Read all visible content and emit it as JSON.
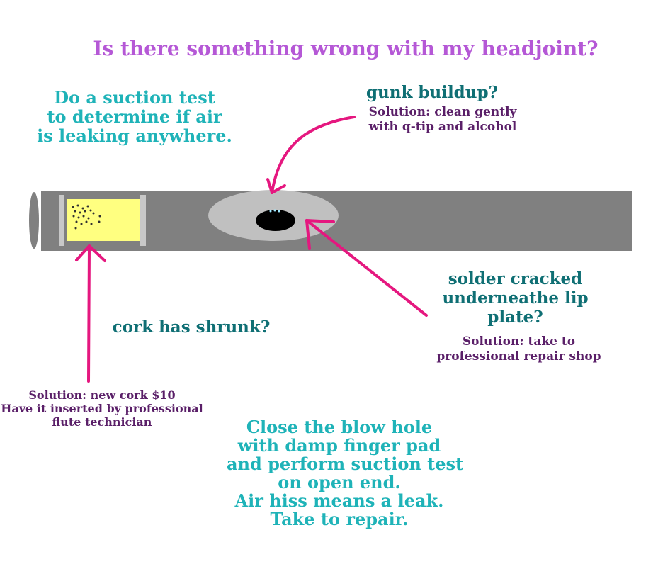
{
  "title": "Is there something wrong with my headjoint?",
  "suction_tip": [
    "Do a suction test",
    "to determine if air",
    "is leaking anywhere."
  ],
  "gunk": {
    "question": "gunk buildup?",
    "solution": [
      "Solution: clean gently",
      "with q-tip and alcohol"
    ]
  },
  "solder": {
    "question": [
      "solder cracked",
      "underneathe lip",
      "plate?"
    ],
    "solution": [
      "Solution: take to",
      "professional repair shop"
    ]
  },
  "cork": {
    "question": "cork has shrunk?",
    "solution": [
      "Solution: new cork $10",
      "Have it inserted by professional",
      "flute technician"
    ]
  },
  "blowhole_test": [
    "Close the blow hole",
    "with damp finger pad",
    "and perform suction test",
    "on open end.",
    "Air hiss means a leak.",
    "Take to repair."
  ],
  "colors": {
    "title": "#b558d6",
    "tip": "#1fb3b8",
    "question": "#0f6f74",
    "solution": "#5a1f68",
    "arrow": "#e5177f",
    "tube": "#808080",
    "lip_plate": "#c0c0c0",
    "cork": "#ffff80"
  },
  "icons": [
    "arrow-icon"
  ]
}
